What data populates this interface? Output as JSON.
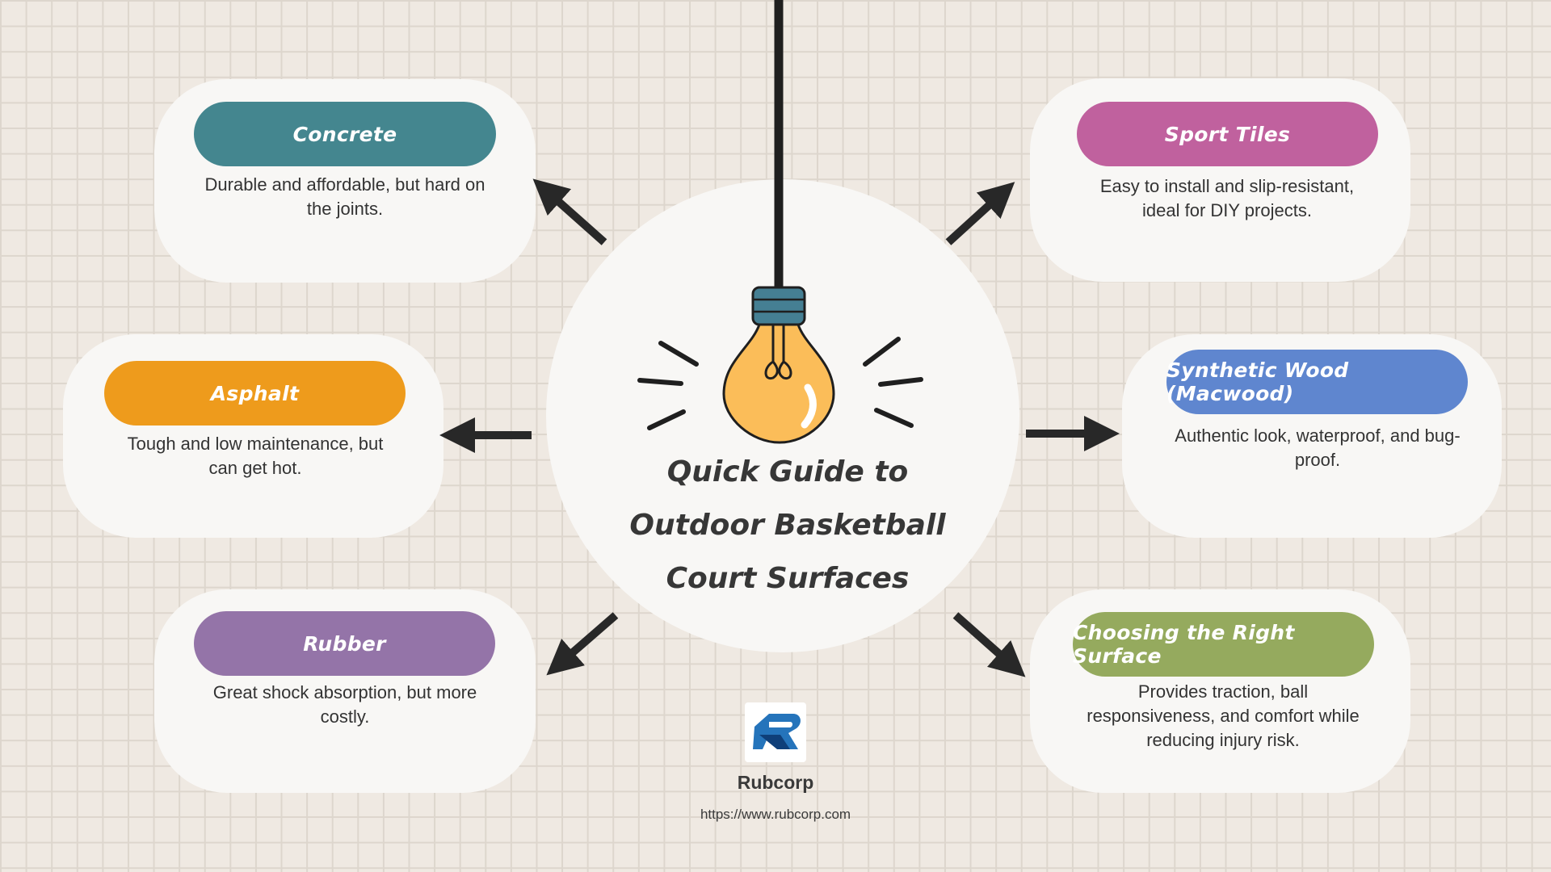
{
  "title": "Quick Guide to Outdoor Basketball Court Surfaces",
  "surfaces": [
    {
      "name": "Concrete",
      "description": "Durable and affordable, but hard on the joints.",
      "color": "#44868f"
    },
    {
      "name": "Sport Tiles",
      "description": "Easy to install and slip-resistant, ideal for DIY projects.",
      "color": "#c0619e"
    },
    {
      "name": "Asphalt",
      "description": "Tough and low maintenance, but can get hot.",
      "color": "#ee9b1c"
    },
    {
      "name": "Synthetic Wood (Macwood)",
      "description": "Authentic look, waterproof, and bug-proof.",
      "color": "#5f86cf"
    },
    {
      "name": "Rubber",
      "description": "Great shock absorption, but more costly.",
      "color": "#9474a8"
    },
    {
      "name": "Choosing the Right Surface",
      "description": "Provides traction, ball responsiveness, and comfort while reducing injury risk.",
      "color": "#95aa5e"
    }
  ],
  "brand": {
    "name": "Rubcorp",
    "url": "https://www.rubcorp.com"
  },
  "icons": {
    "center": "light-bulb-icon",
    "logo": "rubcorp-logo-icon",
    "arrow": "arrow-icon"
  },
  "colors": {
    "background": "#efe9e2",
    "card": "#f8f7f5",
    "bulb": "#fbbd59",
    "socket": "#457f93",
    "ink": "#282828"
  }
}
